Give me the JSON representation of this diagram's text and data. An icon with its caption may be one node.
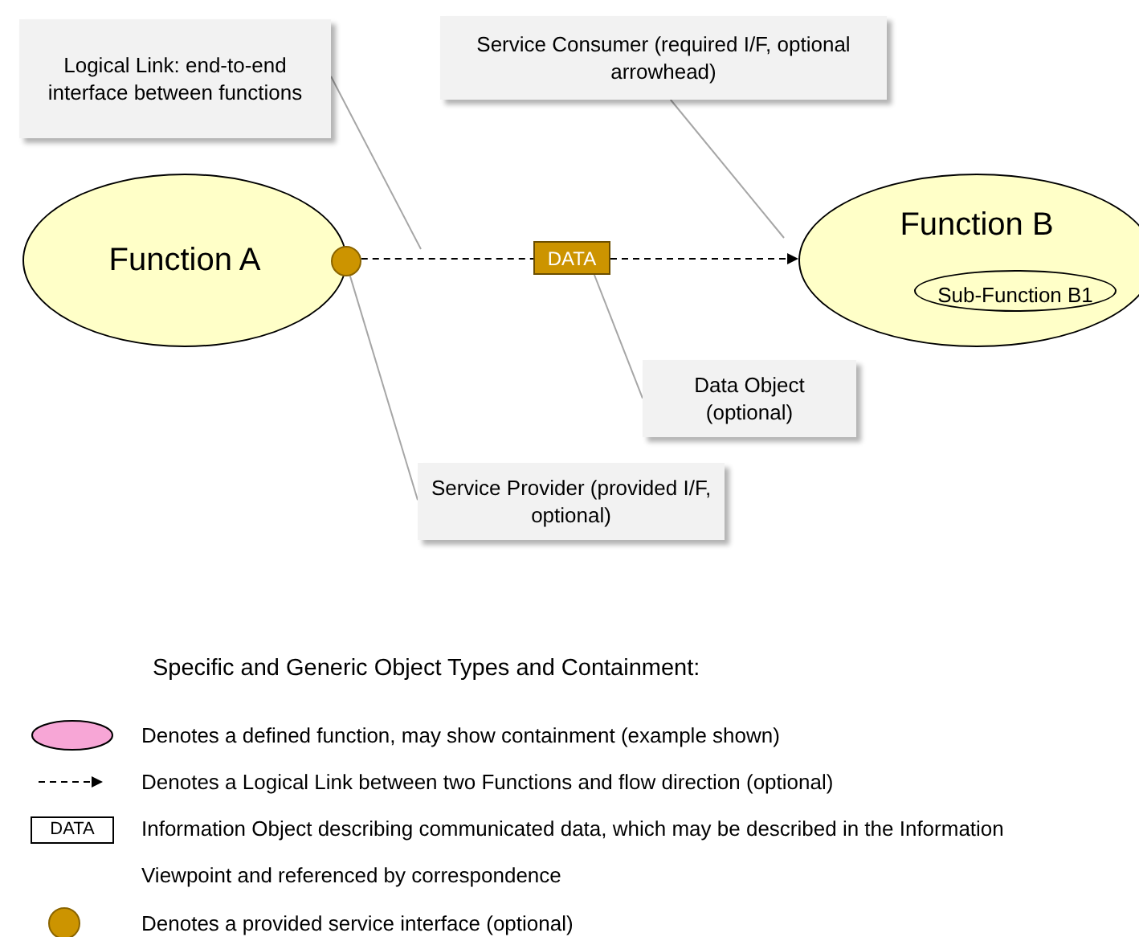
{
  "diagram": {
    "nodes": [
      {
        "text": [
          "Function A"
        ]
      },
      {
        "text": [
          "Function B"
        ]
      },
      {
        "text": [
          "Sub-Function B1"
        ],
        "in": 1
      },
      {
        "text": [],
        "shape": "circle"
      },
      {
        "text": [
          "DATA"
        ]
      },
      {
        "text": [
          "Logical Link: end-to-end interface between functions"
        ]
      },
      {
        "text": [
          "Service Consumer (required I/F, optional arrowhead)"
        ]
      },
      {
        "text": [
          "Data Object (optional)"
        ]
      },
      {
        "text": [
          "Service Provider (provided I/F, optional)"
        ]
      }
    ],
    "edges": [
      {
        "from": 3,
        "to": 4,
        "arrow": "none",
        "style": "dashed",
        "color": "#000000"
      },
      {
        "from": 4,
        "to": 1,
        "arrow": "to",
        "style": "dashed",
        "color": "#000000"
      },
      {
        "from": 5,
        "to": null,
        "arrow": "none"
      },
      {
        "from": 6,
        "to": 1,
        "arrow": "none"
      },
      {
        "from": 7,
        "to": 4,
        "arrow": "none"
      },
      {
        "from": 8,
        "to": 3,
        "arrow": "none"
      }
    ],
    "labels": [
      "Specific and Generic Object Types and Containment:",
      "DATA"
    ],
    "legend": [
      {
        "text": "Denotes a defined function, may show containment (example shown)",
        "color": "#f7a6d6"
      },
      {
        "text": "Denotes a Logical Link between two Functions and flow direction (optional)"
      },
      {
        "text": "Information Object describing communicated data, which may be described in the Information Viewpoint and referenced by correspondence"
      },
      {
        "text": "Denotes a provided service interface (optional)",
        "color": "#cc9400"
      }
    ]
  }
}
